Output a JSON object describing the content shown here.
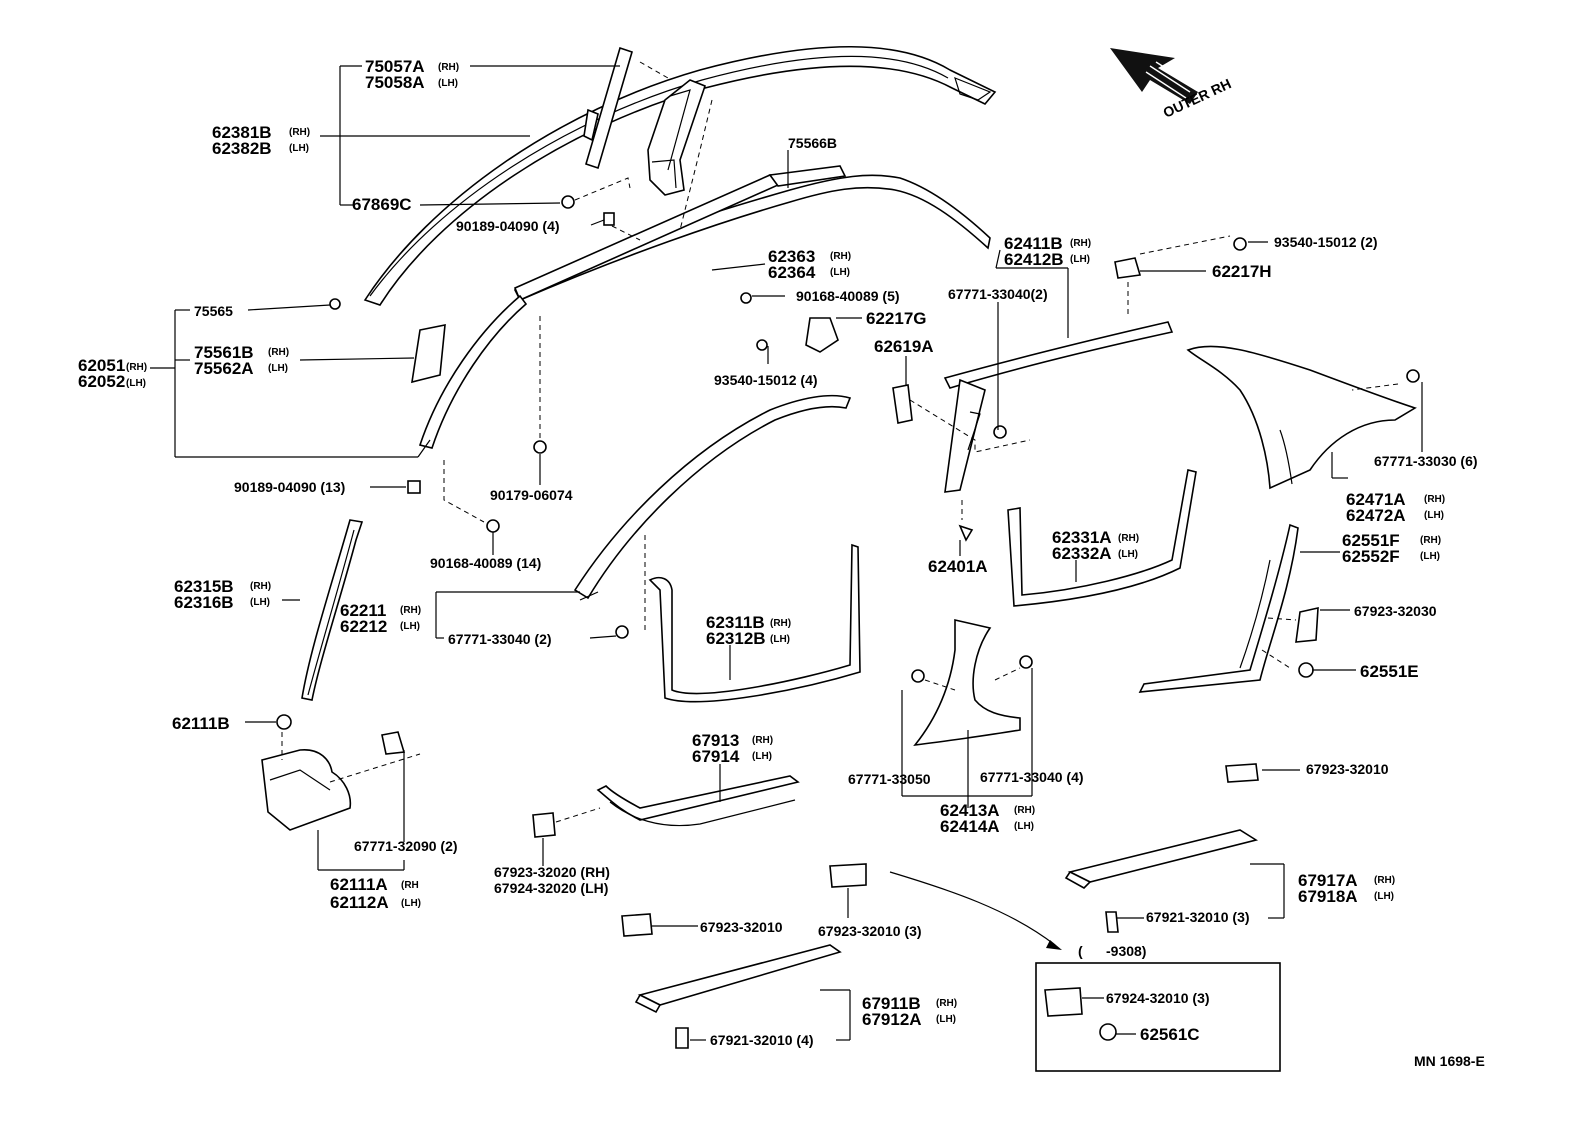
{
  "arrow_label": "OUTER RH",
  "footer_code": "MN 1698-E",
  "inset_date": "(      -9308)",
  "labels": {
    "p75057a": "75057A",
    "p75058a": "75058A",
    "p62381b": "62381B",
    "p62382b": "62382B",
    "p67869c": "67869C",
    "p90189_4": "90189-04090 (4)",
    "p75566b": "75566B",
    "p62363": "62363",
    "p62364": "62364",
    "p90168_5": "90168-40089 (5)",
    "p62217g": "62217G",
    "p93540_4": "93540-15012 (4)",
    "p62619a": "62619A",
    "p62411b": "62411B",
    "p62412b": "62412B",
    "p67771_33040_2a": "67771-33040(2)",
    "p93540_2": "93540-15012 (2)",
    "p62217h": "62217H",
    "p75565": "75565",
    "p62051": "62051",
    "p62052": "62052",
    "p75561b": "75561B",
    "p75562a": "75562A",
    "p90179": "90179-06074",
    "p90189_13": "90189-04090 (13)",
    "p90168_14": "90168-40089 (14)",
    "p62401a": "62401A",
    "p62331a": "62331A",
    "p62332a": "62332A",
    "p67771_33030": "67771-33030 (6)",
    "p62471a": "62471A",
    "p62472a": "62472A",
    "p62551f": "62551F",
    "p62552f": "62552F",
    "p67923_32030": "67923-32030",
    "p62551e": "62551E",
    "p62315b": "62315B",
    "p62316b": "62316B",
    "p62211": "62211",
    "p62212": "62212",
    "p67771_33040_2b": "67771-33040 (2)",
    "p62311b": "62311B",
    "p62312b": "62312B",
    "p62111b": "62111B",
    "p67771_33050": "67771-33050",
    "p67771_33040_4": "67771-33040 (4)",
    "p62413a": "62413A",
    "p62414a": "62414A",
    "p67923_32010_r": "67923-32010",
    "p67913": "67913",
    "p67914": "67914",
    "p67771_32090": "67771-32090 (2)",
    "p62111a": "62111A",
    "p62112a": "62112A",
    "p67923_32020": "67923-32020 (RH)",
    "p67924_32020": "67924-32020 (LH)",
    "p67917a": "67917A",
    "p67918a": "67918A",
    "p67921_32010_3": "67921-32010 (3)",
    "p67923_32010_m": "67923-32010",
    "p67923_32010_3": "67923-32010 (3)",
    "p67924_32010_3": "67924-32010 (3)",
    "p62561c": "62561C",
    "p67911b": "67911B",
    "p67912a": "67912A",
    "p67921_32010_4": "67921-32010 (4)"
  },
  "suffix": {
    "rh": "(RH)",
    "lh": "(LH)",
    "rh_tight": "(RH)",
    "lh_tight": "(LH)",
    "rh_small": "(RH)",
    "lh_small": "(LH)",
    "rh_cut": "(RH",
    "lh_plain": "(LH)"
  }
}
